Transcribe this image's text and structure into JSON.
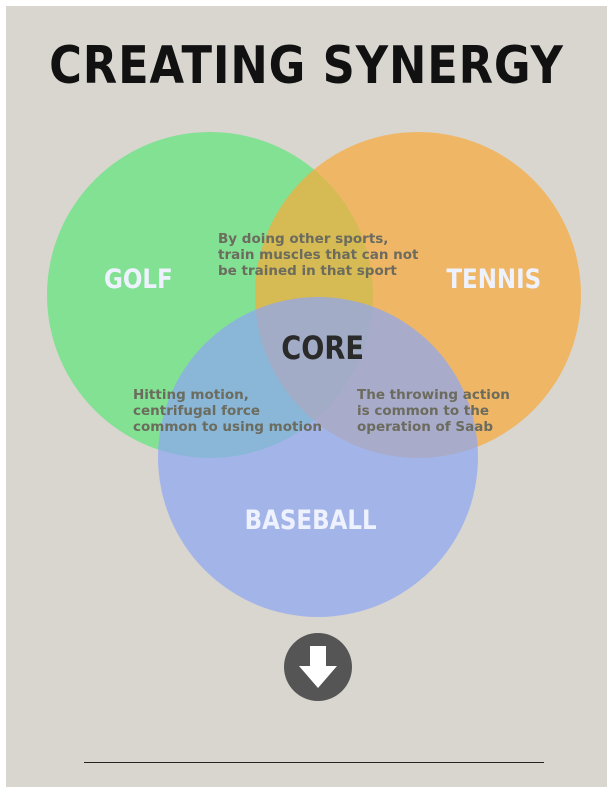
{
  "title": "CREATING SYNERGY",
  "sets": [
    {
      "name": "GOLF",
      "color": "#5fe57a"
    },
    {
      "name": "TENNIS",
      "color": "#f6ab3c"
    },
    {
      "name": "BASEBALL",
      "color": "#8ea6f2"
    }
  ],
  "center_label": "CORE",
  "notes": {
    "golf_tennis": "By doing other sports,\ntrain muscles that can not\nbe trained in that sport",
    "golf_baseball": "Hitting motion,\ncentrifugal force\ncommon to using motion",
    "tennis_baseball": "The throwing action\nis common to the\noperation of Saab"
  },
  "icons": {
    "next": "arrow-down-circle-icon"
  },
  "colors": {
    "background": "#d9d6d0",
    "button": "#555555"
  }
}
